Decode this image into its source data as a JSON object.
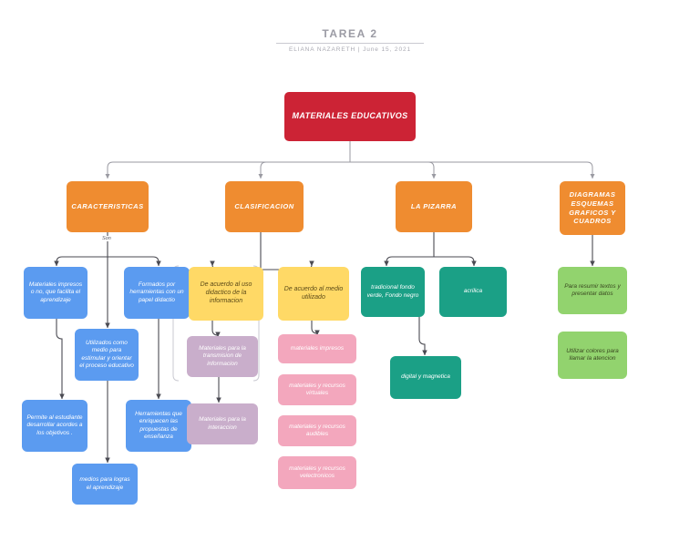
{
  "header": {
    "title": "TAREA 2",
    "subtitle": "ELIANA NAZARETH  |  June 15, 2021"
  },
  "diagram": {
    "root": {
      "label": "MATERIALES EDUCATIVOS",
      "color": "#cc2335"
    },
    "edge_labels": {
      "son": "Son"
    },
    "branches": [
      {
        "label": "CARACTERISTICAS",
        "color": "#ef8c30",
        "children": [
          {
            "label": "Materiales impresos o no, que facilita el aprendizaje",
            "color": "#5b9bf0"
          },
          {
            "label": "Utilizados como medio para estimular y orientar el proceso educativo",
            "color": "#5b9bf0"
          },
          {
            "label": "Formados por herramientas con un papel didactio",
            "color": "#5b9bf0"
          },
          {
            "label": "Permite al estudiante desarrollar acordes a  los objetivos .",
            "color": "#5b9bf0"
          },
          {
            "label": "Herramientas que enriquecen las propuestas de enseñanza",
            "color": "#5b9bf0"
          },
          {
            "label": "medios para logras el aprendizaje",
            "color": "#5b9bf0"
          }
        ]
      },
      {
        "label": "CLASIFICACION",
        "color": "#ef8c30",
        "children": [
          {
            "label": "De  acuerdo al uso didactico de la informacion",
            "color": "#ffd966"
          },
          {
            "label": "De acuerdo al medio utilizado",
            "color": "#ffd966"
          },
          {
            "label": "Materiales para la transmision de informacion",
            "color": "#c9aecb"
          },
          {
            "label": "Materiales para la interaccion",
            "color": "#c9aecb"
          },
          {
            "label": "materiales impresos",
            "color": "#f3a7bd"
          },
          {
            "label": "materiales y recursos virtuales",
            "color": "#f3a7bd"
          },
          {
            "label": "materiales y recursos audibles",
            "color": "#f3a7bd"
          },
          {
            "label": "materiales y recursos velectronicos",
            "color": "#f3a7bd"
          }
        ]
      },
      {
        "label": "LA PIZARRA",
        "color": "#ef8c30",
        "children": [
          {
            "label": "tradicional fondo verde, Fondo negro",
            "color": "#1ba086"
          },
          {
            "label": "acrilica",
            "color": "#1ba086"
          },
          {
            "label": "digital y magnetica",
            "color": "#1ba086"
          }
        ]
      },
      {
        "label": "DIAGRAMAS ESQUEMAS GRAFICOS Y CUADROS",
        "color": "#ef8c30",
        "children": [
          {
            "label": "Para resumir textos y presentar datos",
            "color": "#92d36e"
          },
          {
            "label": "Utilizar colores para llamar la atencion",
            "color": "#92d36e"
          }
        ]
      }
    ]
  }
}
